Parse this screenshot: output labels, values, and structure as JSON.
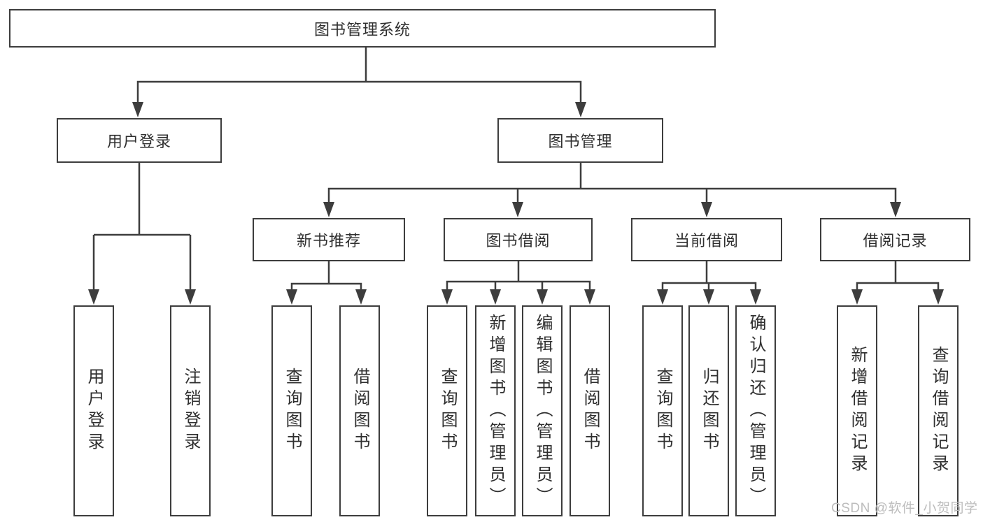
{
  "colors": {
    "line": "#3d3d3d",
    "text": "#2f2f2f",
    "watermark": "#bdbdbd",
    "bg": "#ffffff"
  },
  "diagram": {
    "root": {
      "label": "图书管理系统"
    },
    "branches": [
      {
        "label": "用户登录",
        "leaves": [
          {
            "label": "用户登录"
          },
          {
            "label": "注销登录"
          }
        ]
      },
      {
        "label": "图书管理",
        "children": [
          {
            "label": "新书推荐",
            "leaves": [
              {
                "label": "查询图书"
              },
              {
                "label": "借阅图书"
              }
            ]
          },
          {
            "label": "图书借阅",
            "leaves": [
              {
                "label": "查询图书"
              },
              {
                "label": "新增图书（管理员）"
              },
              {
                "label": "编辑图书（管理员）"
              },
              {
                "label": "借阅图书"
              }
            ]
          },
          {
            "label": "当前借阅",
            "leaves": [
              {
                "label": "查询图书"
              },
              {
                "label": "归还图书"
              },
              {
                "label": "确认归还（管理员）"
              }
            ]
          },
          {
            "label": "借阅记录",
            "leaves": [
              {
                "label": "新增借阅记录"
              },
              {
                "label": "查询借阅记录"
              }
            ]
          }
        ]
      }
    ]
  },
  "watermark": {
    "text": "CSDN @软件_小贺同学"
  }
}
